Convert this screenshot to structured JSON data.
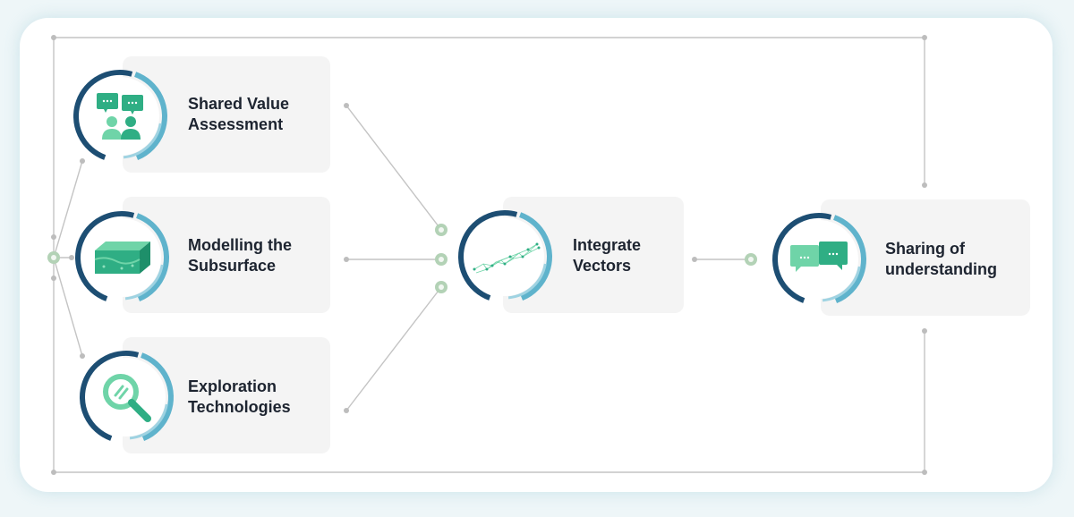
{
  "nodes": [
    {
      "id": "shared-value",
      "lines": [
        "Shared Value",
        "Assessment"
      ],
      "icon": "people-speech-icon"
    },
    {
      "id": "modelling",
      "lines": [
        "Modelling the",
        "Subsurface"
      ],
      "icon": "terrain-block-icon"
    },
    {
      "id": "exploration",
      "lines": [
        "Exploration",
        "Technologies"
      ],
      "icon": "magnifier-icon"
    },
    {
      "id": "integrate",
      "lines": [
        "Integrate",
        "Vectors"
      ],
      "icon": "network-mesh-icon"
    },
    {
      "id": "sharing",
      "lines": [
        "Sharing of",
        "understanding"
      ],
      "icon": "speech-bubbles-icon"
    }
  ],
  "colors": {
    "accent_green": "#2fae84",
    "light_green": "#6fd4a8",
    "ring_dark": "#1d4e73",
    "ring_light": "#5fb3cc",
    "connector": "#b8b8b8",
    "dot": "#a9c9ac"
  }
}
